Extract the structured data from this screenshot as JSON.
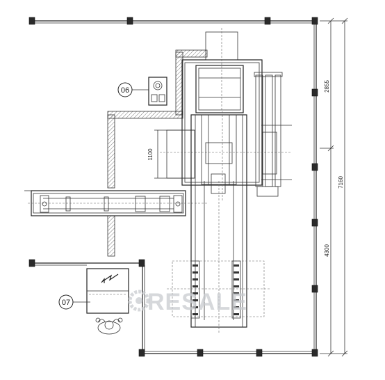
{
  "drawing": {
    "dimensions": {
      "total_height": "7160",
      "upper_section": "2855",
      "lower_section": "4300",
      "pad_width": "1100"
    },
    "callouts": {
      "unit_06": "06",
      "unit_07": "07"
    },
    "watermark": "RESALE",
    "colors": {
      "line": "#222222",
      "watermark": "#c9ccd0"
    }
  }
}
